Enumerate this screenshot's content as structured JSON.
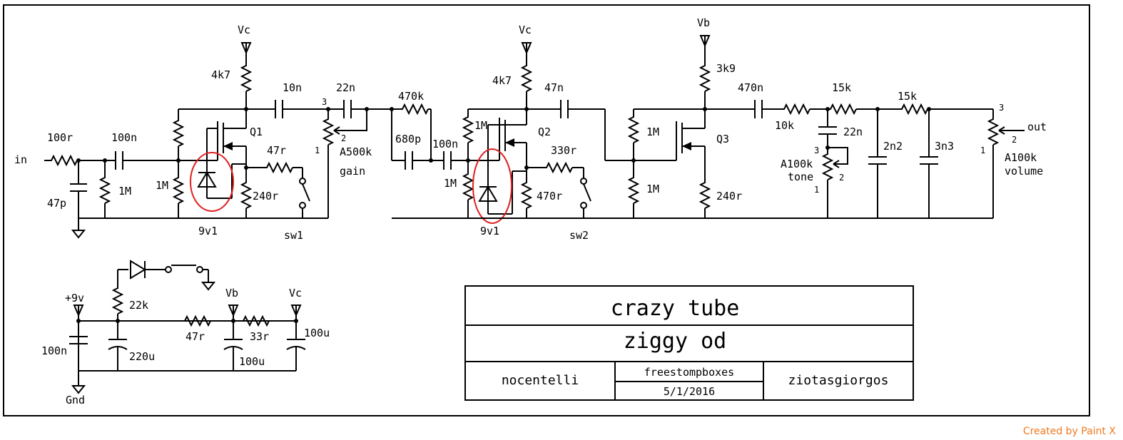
{
  "labels": {
    "in": "in",
    "out": "out",
    "vc1": "Vc",
    "vc2": "Vc",
    "vb1": "Vb",
    "r4k7a": "4k7",
    "r4k7b": "4k7",
    "r3k9": "3k9",
    "c10n": "10n",
    "c22n_a": "22n",
    "c47n": "47n",
    "c470n": "470n",
    "r100r": "100r",
    "c100n_a": "100n",
    "c47p": "47p",
    "r1m_a": "1M",
    "r1m_b": "1M",
    "q1": "Q1",
    "q2": "Q2",
    "q3": "Q3",
    "r47r_a": "47r",
    "r240r_a": "240r",
    "z1": "9v1",
    "sw1": "sw1",
    "gainpot": "A500k",
    "gain": "gain",
    "r470k": "470k",
    "c680p": "680p",
    "c100n_b": "100n",
    "r1m_c": "1M",
    "r1m_d": "1M",
    "r330r": "330r",
    "r470r": "470r",
    "z2": "9v1",
    "sw2": "sw2",
    "r1m_e": "1M",
    "r1m_f": "1M",
    "r240r_b": "240r",
    "r10k": "10k",
    "r15k_a": "15k",
    "r15k_b": "15k",
    "c22n_b": "22n",
    "c2n2": "2n2",
    "c3n3": "3n3",
    "tonepot": "A100k",
    "tone": "tone",
    "volpot": "A100k",
    "volume": "volume",
    "p9v": "+9v",
    "r22k": "22k",
    "c100n_c": "100n",
    "c220u": "220u",
    "r47r_b": "47r",
    "vb2": "Vb",
    "vc3": "Vc",
    "r33r": "33r",
    "c100u_a": "100u",
    "c100u_b": "100u",
    "gnd": "Gnd"
  },
  "pins": {
    "one": "1",
    "two": "2",
    "three": "3"
  },
  "title_block": {
    "title": "crazy tube",
    "subtitle": "ziggy od",
    "left": "nocentelli",
    "mid_top": "freestompboxes",
    "mid_bottom": "5/1/2016",
    "right": "ziotasgiorgos"
  },
  "credit": "Created by Paint X",
  "colors": {
    "highlight": "#e02020",
    "credit": "#f07a20"
  }
}
